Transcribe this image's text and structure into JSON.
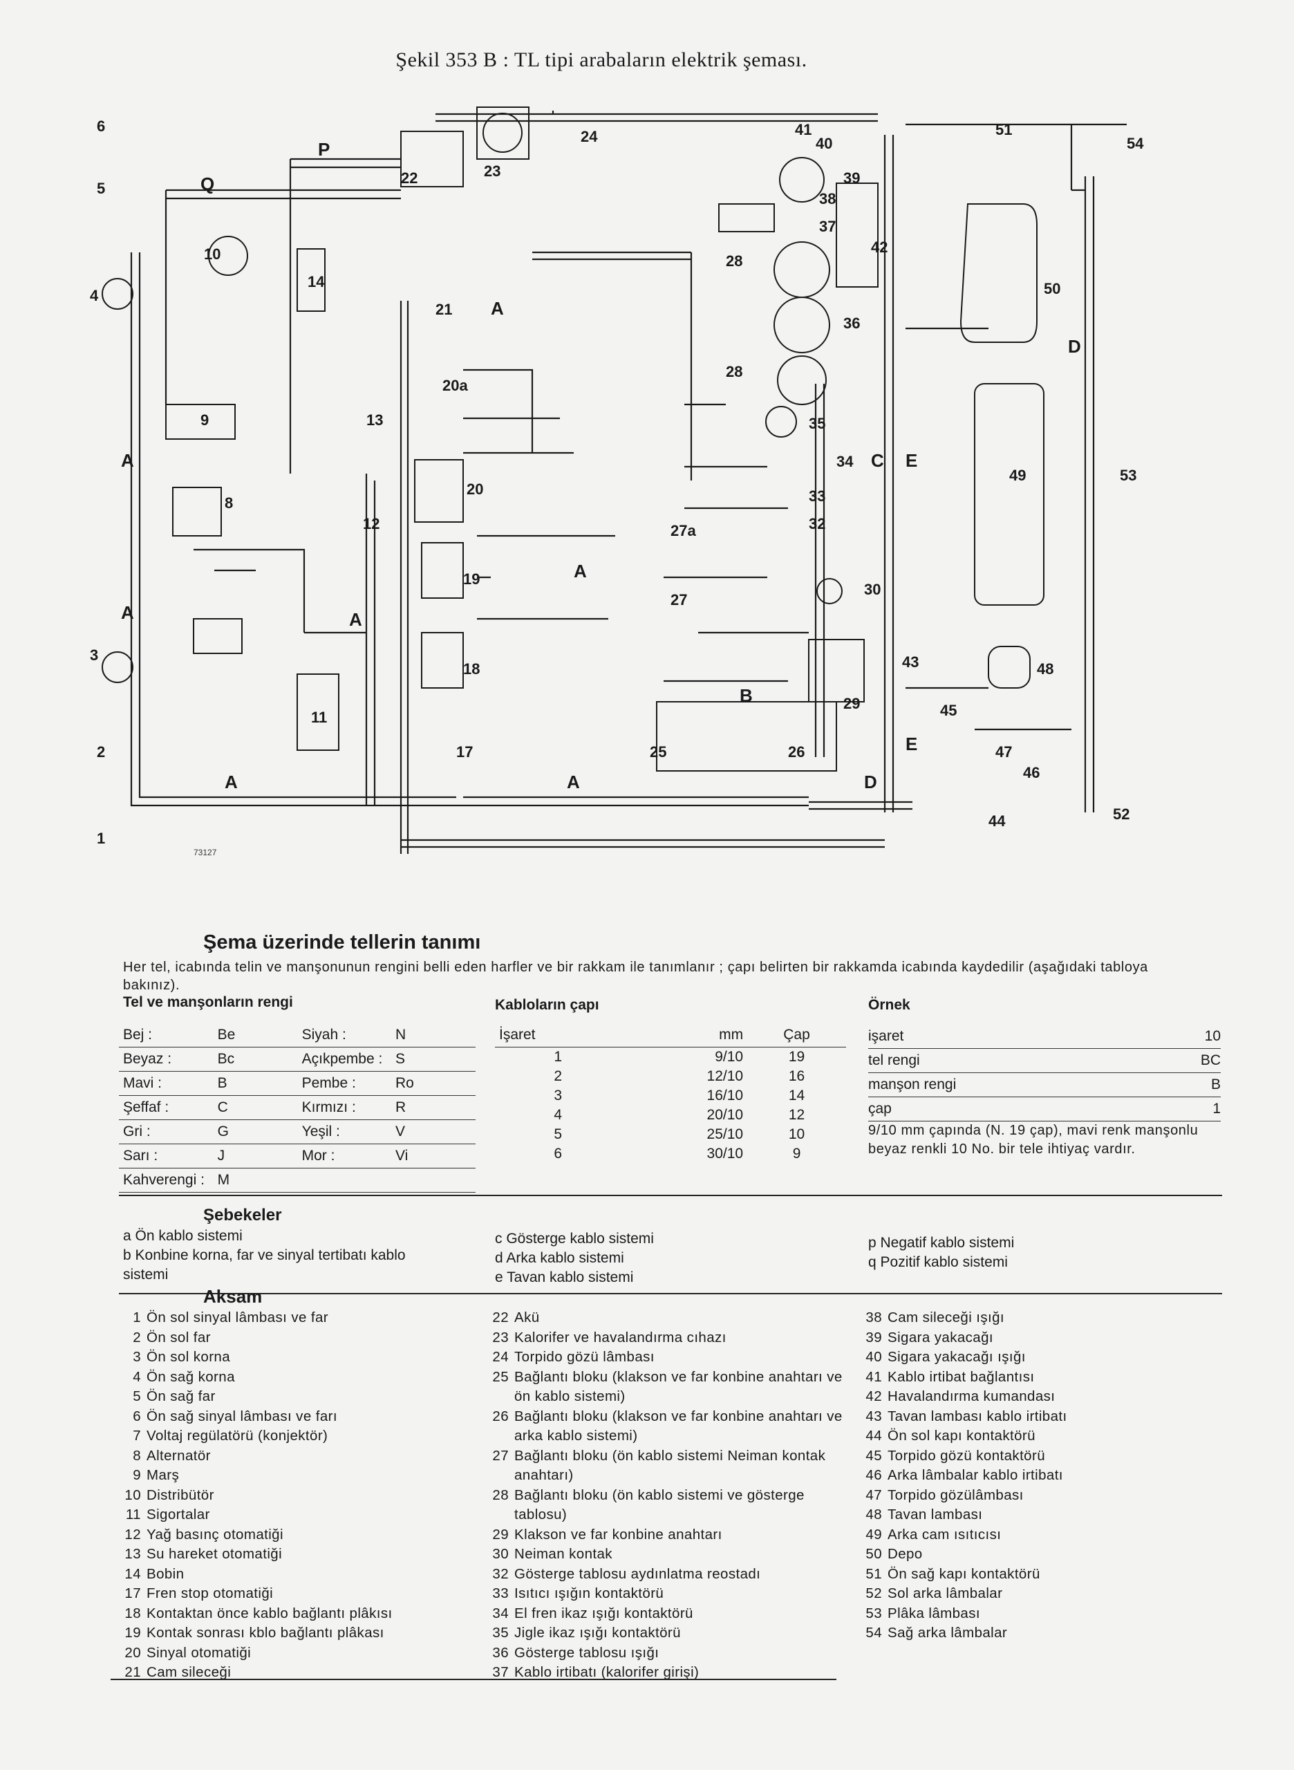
{
  "caption": "Şekil 353 B : TL tipi arabaların elektrik şeması.",
  "figure_code": "73127",
  "diagram": {
    "component_labels": [
      "1",
      "2",
      "3",
      "4",
      "5",
      "6",
      "8",
      "9",
      "10",
      "11",
      "12",
      "13",
      "14",
      "17",
      "18",
      "19",
      "20",
      "20a",
      "21",
      "22",
      "23",
      "24",
      "25",
      "26",
      "27",
      "27a",
      "28",
      "28",
      "29",
      "30",
      "32",
      "33",
      "34",
      "35",
      "36",
      "37",
      "38",
      "39",
      "40",
      "41",
      "42",
      "43",
      "44",
      "45",
      "46",
      "47",
      "48",
      "49",
      "50",
      "51",
      "52",
      "53",
      "54"
    ],
    "network_labels": [
      "A",
      "A",
      "A",
      "A",
      "A",
      "A",
      "A",
      "B",
      "C",
      "D",
      "D",
      "E",
      "E",
      "P",
      "Q"
    ]
  },
  "legend": {
    "title": "Şema üzerinde tellerin tanımı",
    "intro": "Her tel, icabında telin ve manşonunun rengini belli eden harfler ve bir rakkam ile tanımlanır ; çapı belirten bir rakkamda icabında kaydedilir (aşağıdaki tabloya bakınız).",
    "colors_title": "Tel ve manşonların rengi",
    "colors": [
      [
        "Bej :",
        "Be",
        "Siyah :",
        "N"
      ],
      [
        "Beyaz :",
        "Bc",
        "Açıkpembe :",
        "S"
      ],
      [
        "Mavi :",
        "B",
        "Pembe :",
        "Ro"
      ],
      [
        "Şeffaf :",
        "C",
        "Kırmızı :",
        "R"
      ],
      [
        "Gri :",
        "G",
        "Yeşil :",
        "V"
      ],
      [
        "Sarı :",
        "J",
        "Mor :",
        "Vi"
      ],
      [
        "Kahverengi :",
        "M",
        "",
        ""
      ]
    ],
    "cables_title": "Kabloların çapı",
    "cables_headers": [
      "İşaret",
      "mm",
      "Çap"
    ],
    "cables": [
      [
        "1",
        "9/10",
        "19"
      ],
      [
        "2",
        "12/10",
        "16"
      ],
      [
        "3",
        "16/10",
        "14"
      ],
      [
        "4",
        "20/10",
        "12"
      ],
      [
        "5",
        "25/10",
        "10"
      ],
      [
        "6",
        "30/10",
        "9"
      ]
    ],
    "example_title": "Örnek",
    "example_rows": [
      [
        "işaret",
        "10"
      ],
      [
        "tel rengi",
        "BC"
      ],
      [
        "manşon rengi",
        "B"
      ],
      [
        "çap",
        "1"
      ]
    ],
    "example_note": "9/10 mm çapında (N. 19 çap), mavi renk manşonlu beyaz renkli 10 No. bir tele ihtiyaç vardır.",
    "networks_title": "Şebekeler",
    "networks_col1": [
      "a Ön kablo sistemi",
      "b Konbine korna, far ve sinyal tertibatı kablo sistemi"
    ],
    "networks_col2": [
      "c Gösterge kablo sistemi",
      "d Arka kablo sistemi",
      "e Tavan kablo sistemi"
    ],
    "networks_col3": [
      "p Negatif kablo sistemi",
      "q Pozitif kablo sistemi"
    ],
    "parts_title": "Aksam",
    "parts_col1": [
      [
        "1",
        "Ön sol sinyal lâmbası ve far"
      ],
      [
        "2",
        "Ön sol far"
      ],
      [
        "3",
        "Ön sol korna"
      ],
      [
        "4",
        "Ön sağ korna"
      ],
      [
        "5",
        "Ön sağ far"
      ],
      [
        "6",
        "Ön sağ sinyal lâmbası ve farı"
      ],
      [
        "7",
        "Voltaj regülatörü (konjektör)"
      ],
      [
        "8",
        "Alternatör"
      ],
      [
        "9",
        "Marş"
      ],
      [
        "10",
        "Distribütör"
      ],
      [
        "11",
        "Sigortalar"
      ],
      [
        "12",
        "Yağ basınç otomatiği"
      ],
      [
        "13",
        "Su hareket otomatiği"
      ],
      [
        "14",
        "Bobin"
      ],
      [
        "17",
        "Fren stop otomatiği"
      ],
      [
        "18",
        "Kontaktan önce kablo bağlantı plâkısı"
      ],
      [
        "19",
        "Kontak sonrası kblo bağlantı plâkası"
      ],
      [
        "20",
        "Sinyal otomatiği"
      ],
      [
        "21",
        "Cam sileceği"
      ]
    ],
    "parts_col2": [
      [
        "22",
        "Akü"
      ],
      [
        "23",
        "Kalorifer ve havalandırma cıhazı"
      ],
      [
        "24",
        "Torpido gözü lâmbası"
      ],
      [
        "25",
        "Bağlantı bloku (klakson ve far konbine anahtarı ve ön kablo sistemi)"
      ],
      [
        "26",
        "Bağlantı bloku (klakson ve far konbine anahtarı ve arka kablo sistemi)"
      ],
      [
        "27",
        "Bağlantı bloku (ön kablo sistemi Neiman kontak anahtarı)"
      ],
      [
        "28",
        "Bağlantı bloku (ön kablo sistemi ve gösterge tablosu)"
      ],
      [
        "29",
        "Klakson ve far konbine anahtarı"
      ],
      [
        "30",
        "Neiman kontak"
      ],
      [
        "32",
        "Gösterge tablosu aydınlatma reostadı"
      ],
      [
        "33",
        "Isıtıcı ışığın kontaktörü"
      ],
      [
        "34",
        "El fren ikaz ışığı kontaktörü"
      ],
      [
        "35",
        "Jigle ikaz ışığı kontaktörü"
      ],
      [
        "36",
        "Gösterge tablosu ışığı"
      ],
      [
        "37",
        "Kablo irtibatı (kalorifer girişi)"
      ]
    ],
    "parts_col3": [
      [
        "38",
        "Cam sileceği ışığı"
      ],
      [
        "39",
        "Sigara yakacağı"
      ],
      [
        "40",
        "Sigara yakacağı ışığı"
      ],
      [
        "41",
        "Kablo irtibat bağlantısı"
      ],
      [
        "42",
        "Havalandırma kumandası"
      ],
      [
        "43",
        "Tavan lambası kablo irtibatı"
      ],
      [
        "44",
        "Ön sol kapı kontaktörü"
      ],
      [
        "45",
        "Torpido gözü kontaktörü"
      ],
      [
        "46",
        "Arka lâmbalar kablo irtibatı"
      ],
      [
        "47",
        "Torpido gözülâmbası"
      ],
      [
        "48",
        "Tavan lambası"
      ],
      [
        "49",
        "Arka cam ısıtıcısı"
      ],
      [
        "50",
        "Depo"
      ],
      [
        "51",
        "Ön sağ kapı kontaktörü"
      ],
      [
        "52",
        "Sol arka lâmbalar"
      ],
      [
        "53",
        "Plâka lâmbası"
      ],
      [
        "54",
        "Sağ arka lâmbalar"
      ]
    ]
  }
}
